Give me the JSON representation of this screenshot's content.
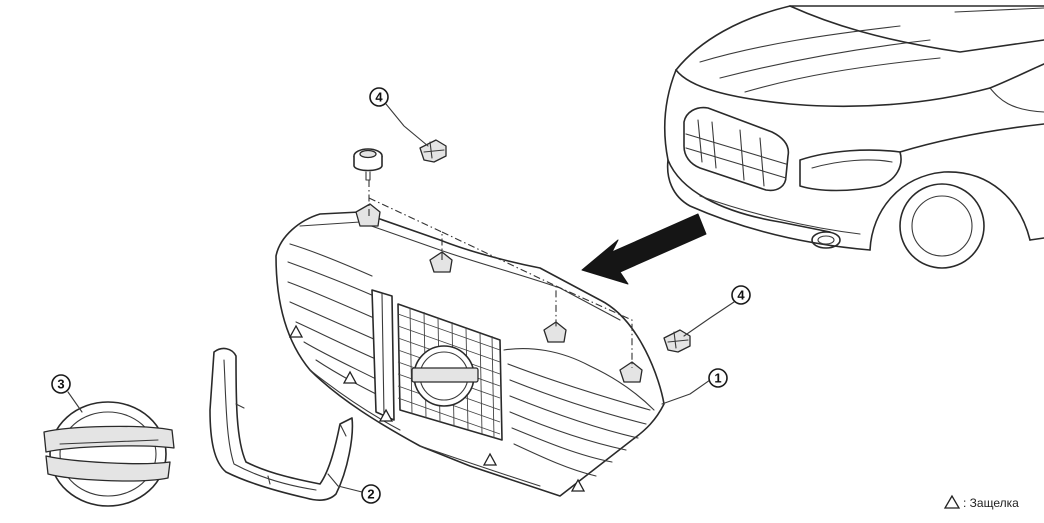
{
  "diagram": {
    "callouts": [
      {
        "id": "callout-1",
        "number": "1"
      },
      {
        "id": "callout-2",
        "number": "2"
      },
      {
        "id": "callout-3",
        "number": "3"
      },
      {
        "id": "callout-4a",
        "number": "4"
      },
      {
        "id": "callout-4b",
        "number": "4"
      }
    ],
    "legend": {
      "symbol": "triangle",
      "label": ": Защелка"
    }
  }
}
